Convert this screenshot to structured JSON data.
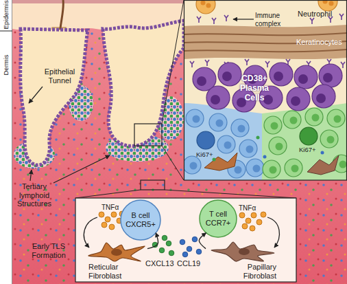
{
  "diagram": {
    "nodes": [
      {
        "text": [
          "B cell CXCR5+"
        ]
      },
      {
        "text": [
          "T cell CCR7+"
        ]
      },
      {
        "text": [
          "Reticular Fibroblast"
        ]
      },
      {
        "text": [
          "Papillary Fibroblast"
        ]
      }
    ],
    "edges": [
      {
        "from": 2,
        "to": 0,
        "label": "CXCL13",
        "arrow": "to"
      },
      {
        "from": 3,
        "to": 1,
        "label": "CCL19",
        "arrow": "to"
      }
    ],
    "labels": [
      "Epidermis",
      "Dermis",
      "Immune complex",
      "Neutrophil",
      "Keratinocytes",
      "Epithelial Tunnel",
      "CD38+ Plasma Cells",
      "Ki67+",
      "Ki67+",
      "Tertiary lymphoid Structures",
      "TNFα",
      "TNFα",
      "Early TLS Formation"
    ]
  }
}
